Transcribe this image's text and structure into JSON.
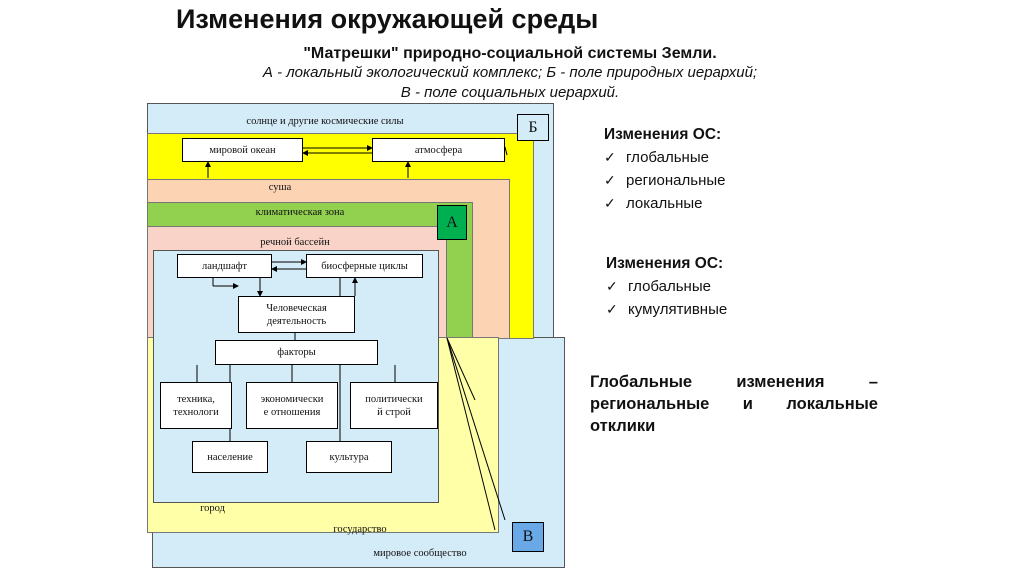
{
  "header": {
    "title": "Изменения окружающей среды",
    "subtitle": "\"Матрешки\" природно-социальной системы Земли.",
    "caption_line1": "А - локальный экологический комплекс; Б - поле природных иерархий;",
    "caption_line2": "В - поле социальных иерархий."
  },
  "diagram": {
    "bands": {
      "sun": "солнце и другие космические силы",
      "land": "суша",
      "climate": "климатическая зона",
      "river": "речной бассейн",
      "city": "город",
      "state": "государство",
      "world": "мировое сообщество"
    },
    "boxes": {
      "ocean": "мировой океан",
      "atmosphere": "атмосфера",
      "landscape": "ландшафт",
      "biosphere": "биосферные циклы",
      "human_line1": "Человеческая",
      "human_line2": "деятельность",
      "factors": "факторы",
      "tech_line1": "техника,",
      "tech_line2": "технологи",
      "econ_line1": "экономически",
      "econ_line2": "е отношения",
      "polit_line1": "политически",
      "polit_line2": "й   строй",
      "population": "население",
      "culture": "культура"
    },
    "letters": {
      "b": "Б",
      "a": "А",
      "v": "В"
    },
    "colors": {
      "sky": "#d4ecf8",
      "yellow": "#ffff00",
      "peach": "#fcd4b4",
      "green": "#92d050",
      "pink": "#f9d3c8",
      "light_yellow": "#ffffa8",
      "letter_a_bg": "#00b050",
      "letter_b_bg": "#d4ecf8",
      "letter_v_bg": "#6aa9e8"
    }
  },
  "side": {
    "group1": {
      "title": "Изменения ОС:",
      "items": [
        "глобальные",
        "региональные",
        "локальные"
      ]
    },
    "group2": {
      "title": "Изменения ОС:",
      "items": [
        "глобальные",
        "кумулятивные"
      ]
    },
    "check": "✓",
    "conclusion_line1": "Глобальные изменения –",
    "conclusion_line2": "региональные и локальные",
    "conclusion_line3": "отклики"
  }
}
